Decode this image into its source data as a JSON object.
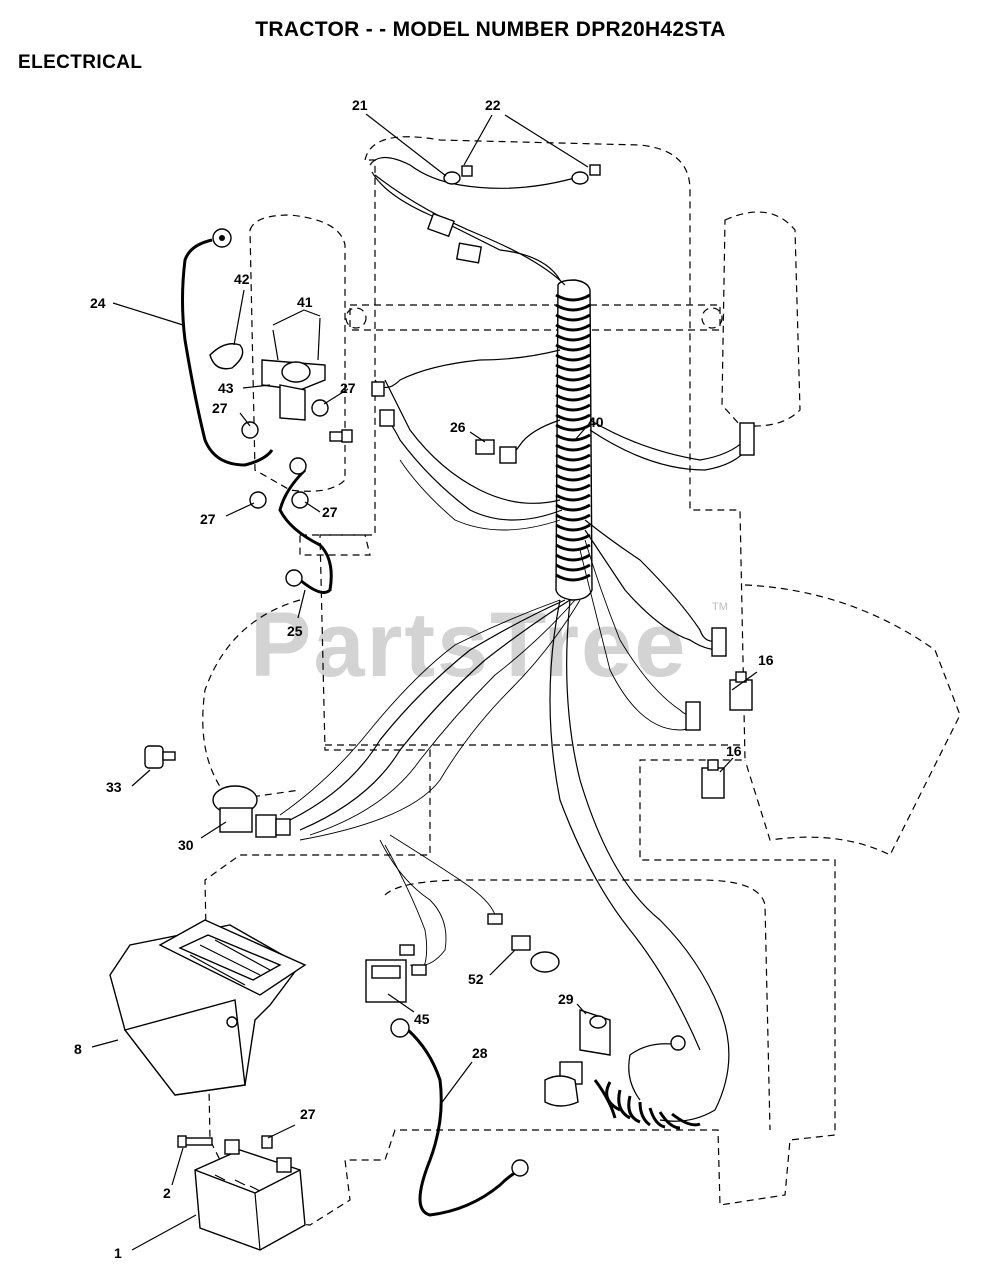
{
  "header": {
    "title": "TRACTOR - - MODEL NUMBER DPR20H42STA",
    "section": "ELECTRICAL"
  },
  "watermark": {
    "text": "PartsTree",
    "trademark": "TM"
  },
  "callouts": {
    "c1": "1",
    "c2": "2",
    "c8": "8",
    "c16a": "16",
    "c16b": "16",
    "c21": "21",
    "c22": "22",
    "c24": "24",
    "c25": "25",
    "c26": "26",
    "c27a": "27",
    "c27b": "27",
    "c27c": "27",
    "c27d": "27",
    "c27e": "27",
    "c28": "28",
    "c29": "29",
    "c30": "30",
    "c33": "33",
    "c40": "40",
    "c41": "41",
    "c42": "42",
    "c43": "43",
    "c45": "45",
    "c52": "52"
  }
}
